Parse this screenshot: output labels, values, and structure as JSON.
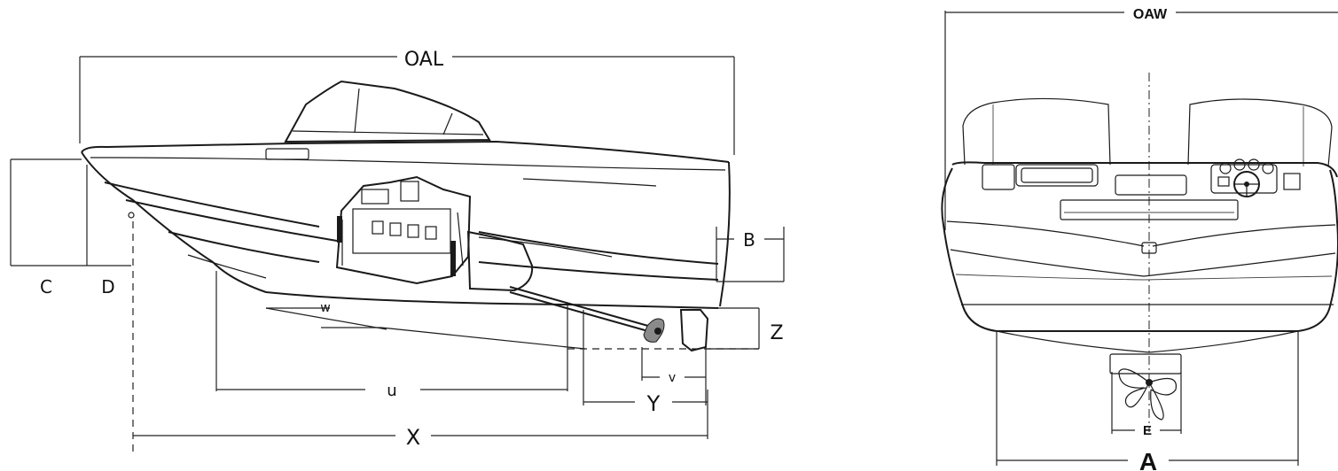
{
  "side_view": {
    "labels": {
      "oal": "OAL",
      "b": "B",
      "c": "C",
      "d": "D",
      "w": "w",
      "z": "Z",
      "u": "u",
      "v": "v",
      "y": "Y",
      "x": "X"
    }
  },
  "rear_view": {
    "labels": {
      "oaw": "OAW",
      "e": "E",
      "a": "A"
    }
  }
}
